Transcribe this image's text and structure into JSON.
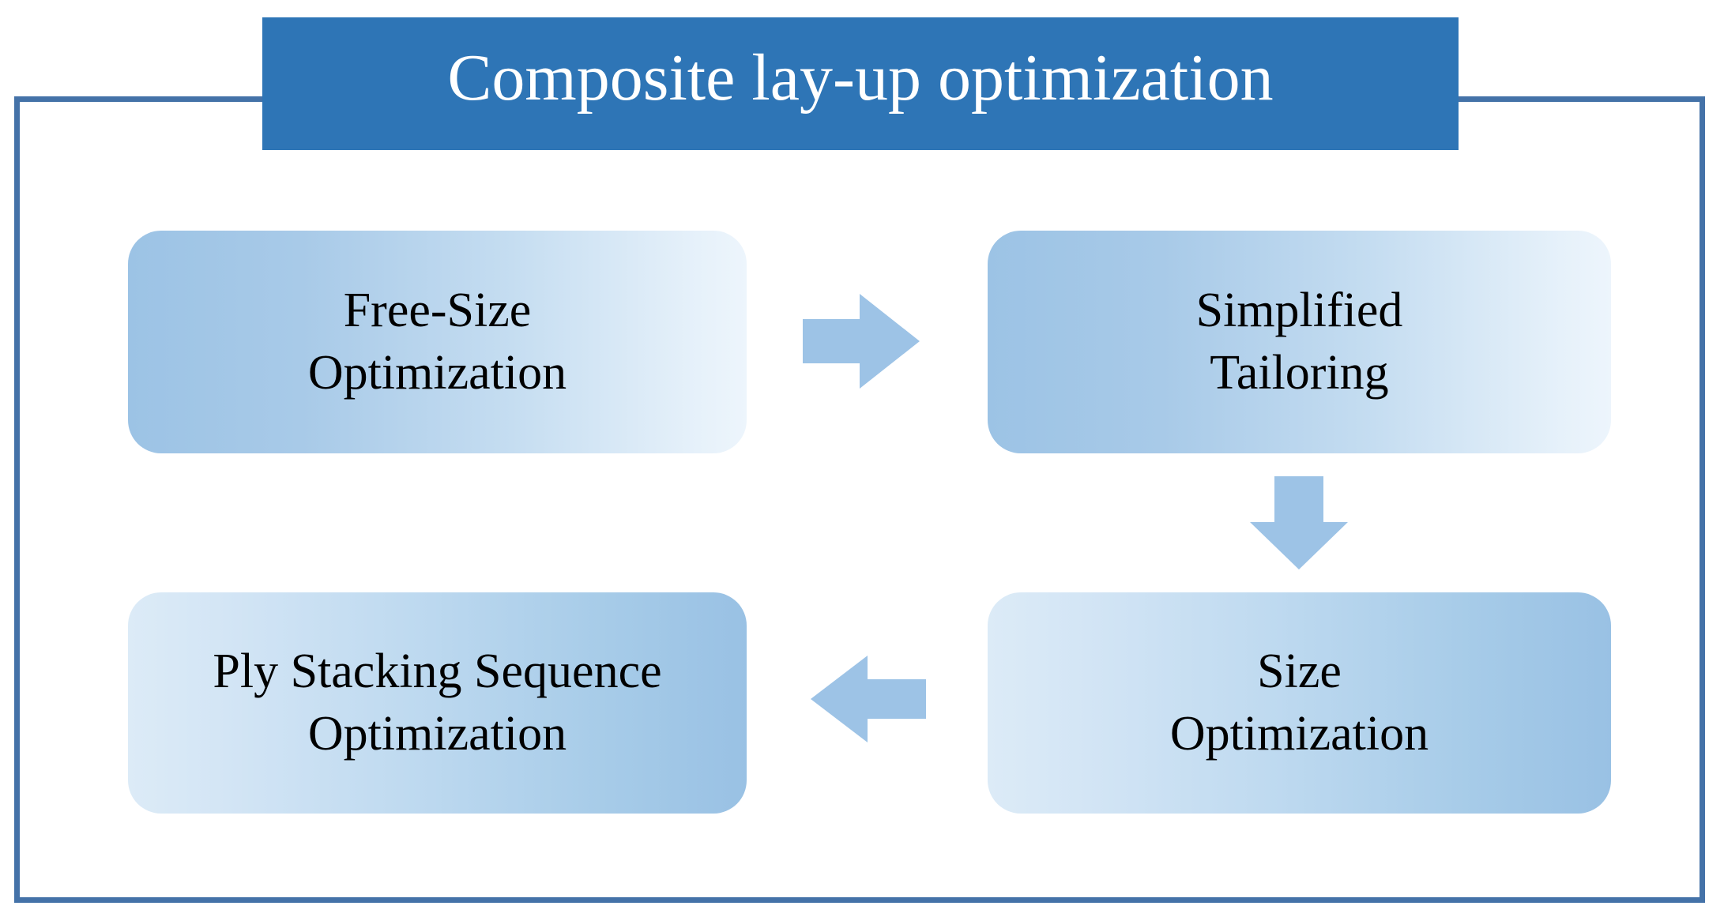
{
  "diagram": {
    "title": "Composite lay-up optimization",
    "colors": {
      "title_bar": "#2E75B6",
      "title_text": "#FFFFFF",
      "frame_border": "#4472A8",
      "arrow_fill": "#9DC3E6",
      "box_gradient_dark": "#9CC3E5",
      "box_gradient_light": "#EDF5FC",
      "box_text": "#000000",
      "background": "#FFFFFF"
    },
    "boxes": [
      {
        "id": "free-size",
        "label": "Free-Size\nOptimization",
        "line1": "Free-Size",
        "line2": "Optimization",
        "position": "top-left"
      },
      {
        "id": "simplified-tailoring",
        "label": "Simplified\nTailoring",
        "line1": "Simplified",
        "line2": "Tailoring",
        "position": "top-right"
      },
      {
        "id": "size-optimization",
        "label": "Size\nOptimization",
        "line1": "Size",
        "line2": "Optimization",
        "position": "bottom-right"
      },
      {
        "id": "ply-stacking-sequence-optimization",
        "label": "Ply Stacking Sequence\nOptimization",
        "line1": "Ply Stacking Sequence",
        "line2": "Optimization",
        "position": "bottom-left"
      }
    ],
    "arrows": [
      {
        "id": "arrow-right",
        "direction": "right",
        "from": "free-size",
        "to": "simplified-tailoring"
      },
      {
        "id": "arrow-down",
        "direction": "down",
        "from": "simplified-tailoring",
        "to": "size-optimization"
      },
      {
        "id": "arrow-left",
        "direction": "left",
        "from": "size-optimization",
        "to": "ply-stacking-sequence-optimization"
      }
    ]
  }
}
